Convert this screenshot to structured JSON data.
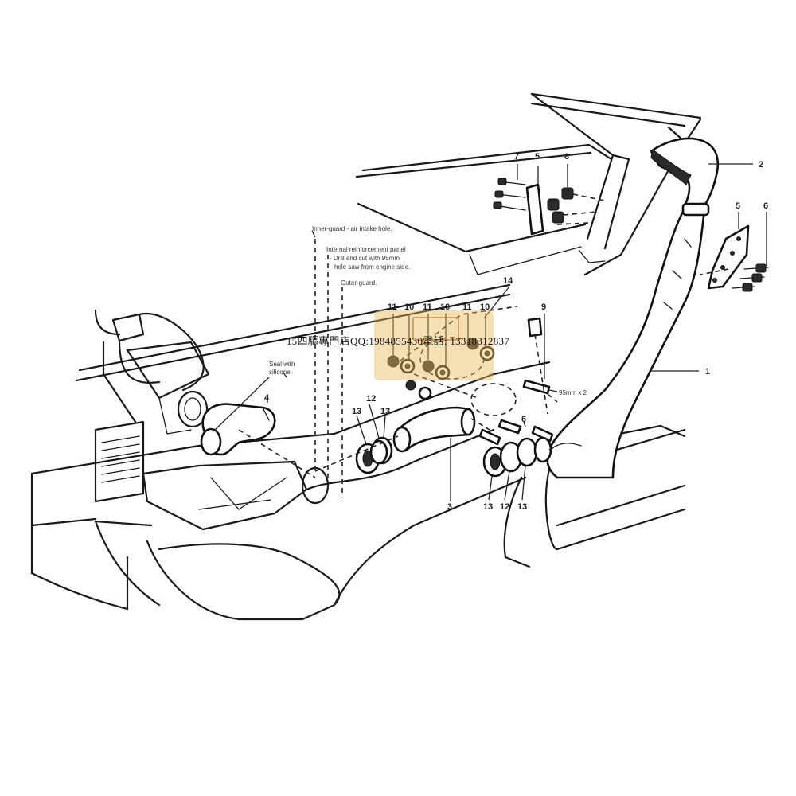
{
  "callouts": {
    "c1": "1",
    "c2": "2",
    "c3": "3",
    "c4": "4",
    "c5a": "5",
    "c5b": "5",
    "c6a": "6",
    "c6b": "6",
    "c7": "7",
    "c8": "8",
    "c9": "9",
    "c10a": "10",
    "c10b": "10",
    "c10c": "10",
    "c11a": "11",
    "c11b": "11",
    "c11c": "11",
    "c12a": "12",
    "c12b": "12",
    "c13a": "13",
    "c13b": "13",
    "c13c": "13",
    "c13d": "13",
    "c14": "14"
  },
  "notes": {
    "inner_guard": "Inner-guard - air intake hole.",
    "reinforcement_1": "Internal reinforcement panel",
    "reinforcement_2": "- Drill and cut with 95mm",
    "reinforcement_3": "hole saw from engine side.",
    "outer_guard": "Outer-guard.",
    "seal_1": "Seal with",
    "seal_2": "silicone",
    "size_95": "95mm x 2"
  },
  "watermark": "15四驅專門店QQ:1984855430電話: 13318312837",
  "colors": {
    "line": "#1a1a1a",
    "stamp": "#e8b85c",
    "background": "#ffffff"
  }
}
